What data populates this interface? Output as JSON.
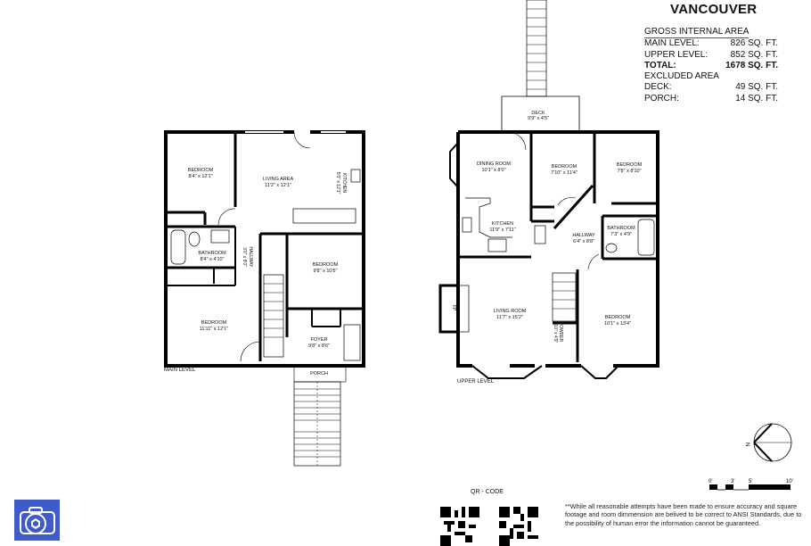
{
  "header": {
    "title": "VANCOUVER"
  },
  "area_summary": {
    "gross_heading": "GROSS INTERNAL AREA",
    "rows": [
      {
        "label": "MAIN LEVEL:",
        "value": "826 SQ. FT.",
        "bold": false
      },
      {
        "label": "UPPER LEVEL:",
        "value": "852 SQ. FT.",
        "bold": false
      },
      {
        "label": "TOTAL:",
        "value": "1678 SQ. FT.",
        "bold": true
      }
    ],
    "excluded_heading": "EXCLUDED AREA",
    "excluded_rows": [
      {
        "label": "DECK:",
        "value": "49 SQ. FT."
      },
      {
        "label": "PORCH:",
        "value": "14 SQ. FT."
      }
    ]
  },
  "main_level": {
    "label": "MAIN LEVEL",
    "rooms": [
      {
        "name": "BEDROOM",
        "dims": "8'4\" x 12'1\""
      },
      {
        "name": "LIVING AREA",
        "dims": "11'2\" x 12'1\""
      },
      {
        "name": "KITCHEN",
        "dims": "5'0\" x 12'1\""
      },
      {
        "name": "BATHROOM",
        "dims": "8'4\" x 4'10\""
      },
      {
        "name": "HALLWAY",
        "dims": "3'0\" x 8'0\""
      },
      {
        "name": "BEDROOM",
        "dims": "9'8\" x 10'5\""
      },
      {
        "name": "BEDROOM",
        "dims": "11'11\" x 12'1\""
      },
      {
        "name": "FOYER",
        "dims": "9'8\" x 8'6\""
      },
      {
        "name": "PORCH",
        "dims": ""
      }
    ]
  },
  "upper_level": {
    "label": "UPPER LEVEL",
    "rooms": [
      {
        "name": "DECK",
        "dims": "9'9\" x 4'5\""
      },
      {
        "name": "DINING ROOM",
        "dims": "10'1\" x 8'0\""
      },
      {
        "name": "BEDROOM",
        "dims": "7'10\" x 11'4\""
      },
      {
        "name": "BEDROOM",
        "dims": "7'8\" x 8'10\""
      },
      {
        "name": "KITCHEN",
        "dims": "11'9\" x 7'11\""
      },
      {
        "name": "HALLWAY",
        "dims": "6'4\" x 8'8\""
      },
      {
        "name": "BATHROOM",
        "dims": "7'3\" x 4'9\""
      },
      {
        "name": "LIVING ROOM",
        "dims": "11'7\" x 15'2\""
      },
      {
        "name": "BEDROOM",
        "dims": "10'1\" x 13'4\""
      },
      {
        "name": "POWDER",
        "dims": "2'10\" x 4'9\""
      }
    ],
    "fireplace_label": "FP"
  },
  "compass": {
    "label": "N"
  },
  "scale_bar": {
    "ticks": [
      "0'",
      "3'",
      "5'",
      "10'"
    ]
  },
  "qr": {
    "title": "QR - CODE"
  },
  "disclaimer": "**While all reasonable attempts have been made to ensure accuracy and square footage and room dimmension are belived to be correct to ANSI Standards, due to the possibility of human error the information cannot be guaranteed.",
  "logo": {
    "icon": "camera-shutter-icon",
    "color": "#3f5bc9"
  }
}
